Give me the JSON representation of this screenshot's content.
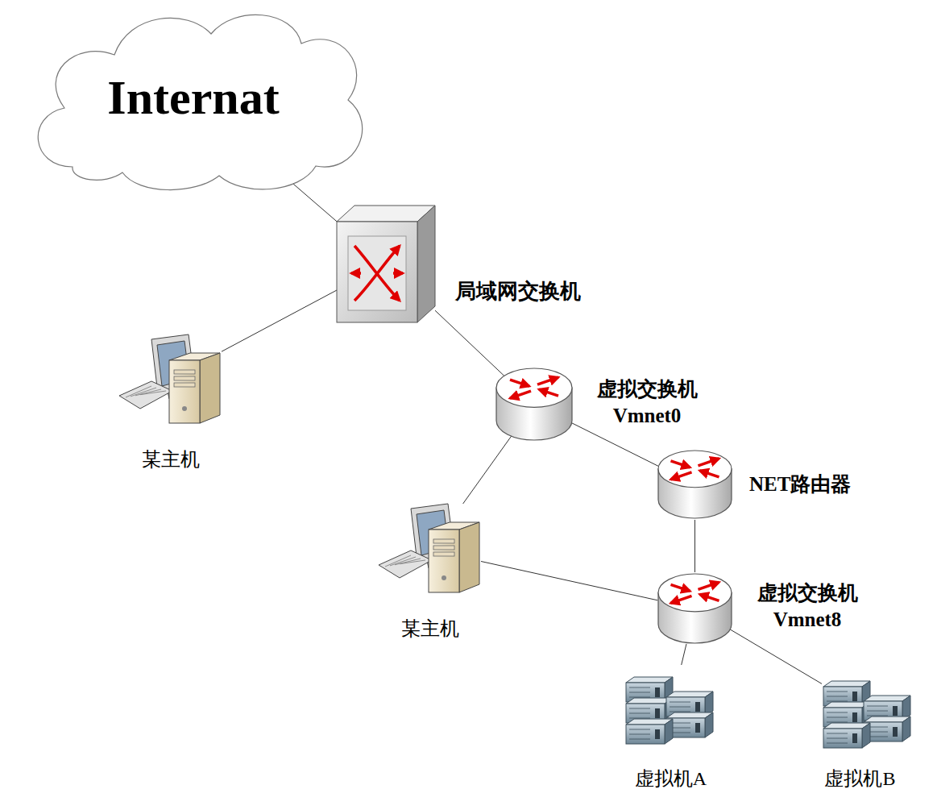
{
  "diagram": {
    "nodes": [
      {
        "text": [
          "Internat"
        ]
      },
      {
        "text": [
          "局域网交换机"
        ]
      },
      {
        "text": [
          "某主机"
        ]
      },
      {
        "text": [
          "虚拟交换机 Vmnet0"
        ]
      },
      {
        "text": [
          "NET路由器"
        ]
      },
      {
        "text": [
          "某主机"
        ]
      },
      {
        "text": [
          "虚拟交换机 Vmnet8"
        ]
      },
      {
        "text": [
          "虚拟机A"
        ]
      },
      {
        "text": [
          "虚拟机B"
        ]
      }
    ],
    "edges": [
      {
        "from": 0,
        "to": 1,
        "arrow": "none"
      },
      {
        "from": 1,
        "to": 2,
        "arrow": "none"
      },
      {
        "from": 1,
        "to": 3,
        "arrow": "none"
      },
      {
        "from": 3,
        "to": 5,
        "arrow": "none"
      },
      {
        "from": 3,
        "to": 4,
        "arrow": "none"
      },
      {
        "from": 4,
        "to": 6,
        "arrow": "none"
      },
      {
        "from": 5,
        "to": 6,
        "arrow": "none"
      },
      {
        "from": 6,
        "to": 7,
        "arrow": "none"
      },
      {
        "from": 6,
        "to": 8,
        "arrow": "none"
      }
    ]
  }
}
